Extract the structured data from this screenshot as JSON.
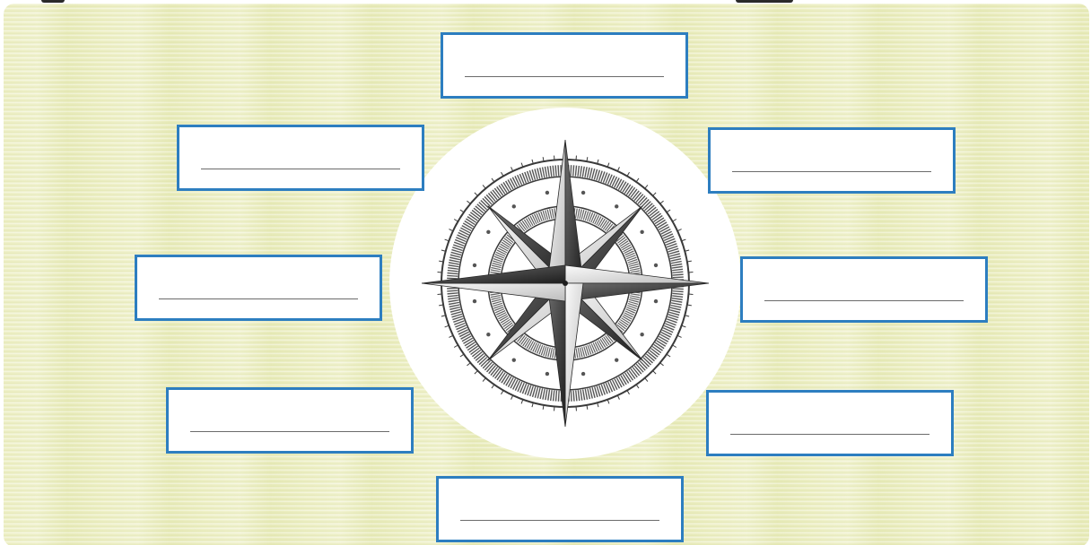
{
  "diagram": {
    "subject": "compass-rose",
    "answer_boxes": [
      {
        "id": "n",
        "value": ""
      },
      {
        "id": "ne",
        "value": ""
      },
      {
        "id": "e",
        "value": ""
      },
      {
        "id": "se",
        "value": ""
      },
      {
        "id": "s",
        "value": ""
      },
      {
        "id": "sw",
        "value": ""
      },
      {
        "id": "w",
        "value": ""
      },
      {
        "id": "nw",
        "value": ""
      }
    ]
  },
  "colors": {
    "background": "#eef0c8",
    "box_border": "#2d7ec0",
    "box_fill": "#ffffff",
    "answer_line": "#6b6b6b",
    "compass_dark": "#2a2a2a",
    "compass_light": "#f2f2f2"
  }
}
